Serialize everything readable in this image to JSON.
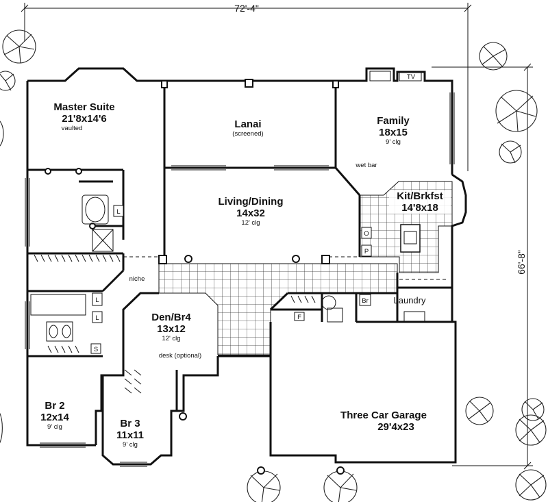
{
  "dimensions": {
    "width_label": "72'-4\"",
    "depth_label": "66'-8\""
  },
  "rooms": {
    "master": {
      "name": "Master Suite",
      "size": "21'8x14'6",
      "note": "vaulted"
    },
    "lanai": {
      "name": "Lanai",
      "note": "(screened)"
    },
    "family": {
      "name": "Family",
      "size": "18x15",
      "note": "9' clg",
      "tv": "TV"
    },
    "living": {
      "name": "Living/Dining",
      "size": "14x32",
      "note": "12' clg"
    },
    "kitchen": {
      "name": "Kit/Brkfst",
      "size": "14'8x18"
    },
    "den": {
      "name": "Den/Br4",
      "size": "13x12",
      "note": "12' clg",
      "desk": "desk (optional)"
    },
    "br2": {
      "name": "Br 2",
      "size": "12x14",
      "note": "9' clg"
    },
    "br3": {
      "name": "Br 3",
      "size": "11x11",
      "note": "9' clg"
    },
    "garage": {
      "name": "Three Car Garage",
      "size": "29'4x23"
    },
    "laundry": {
      "name": "Laundry"
    },
    "wetbar": {
      "name": "wet bar"
    },
    "niche": {
      "name": "niche"
    }
  },
  "fixtures": {
    "linen_1": "L",
    "linen_2": "L",
    "linen_3": "L",
    "shelf": "S",
    "broom": "Br",
    "pantry": "P",
    "oven": "O",
    "furnace": "F"
  }
}
